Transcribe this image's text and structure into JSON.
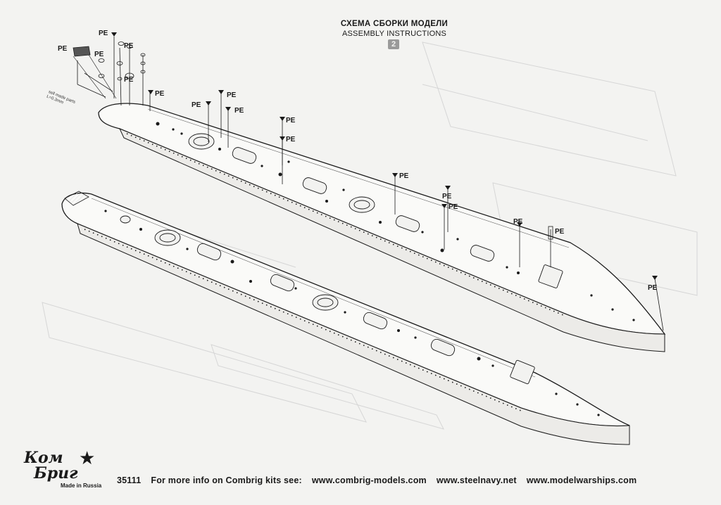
{
  "header": {
    "title_ru": "СХЕМА СБОРКИ МОДЕЛИ",
    "title_en": "ASSEMBLY INSTRUCTIONS",
    "step": "2"
  },
  "callouts": {
    "pe": "PE",
    "note": "sell made parts\nL=0.3mm"
  },
  "footer": {
    "kit_number": "35111",
    "info_text": "For more info on Combrig kits see:",
    "link1": "www.combrig-models.com",
    "link2": "www.steelnavy.net",
    "link3": "www.modelwarships.com"
  },
  "logo": {
    "line1": "Ком",
    "line2": "Бриг",
    "made_in": "Made in Russia"
  }
}
